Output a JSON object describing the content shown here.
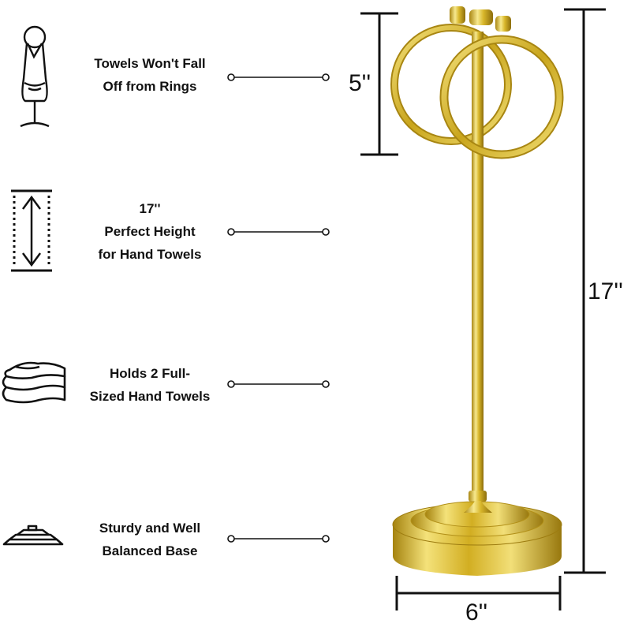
{
  "features": [
    {
      "text": "Towels Won't Fall\nOff from Rings",
      "icon": "towel-on-ring-icon"
    },
    {
      "text": "17''\nPerfect Height\nfor Hand Towels",
      "icon": "height-arrow-icon"
    },
    {
      "text": "Holds 2 Full-\nSized Hand Towels",
      "icon": "folded-towels-icon"
    },
    {
      "text": "Sturdy and Well\nBalanced Base",
      "icon": "base-icon"
    }
  ],
  "dimensions": {
    "ring": "5''",
    "height": "17''",
    "base": "6''"
  },
  "colors": {
    "gold": "#d8b62a",
    "gold_dark": "#9a7a12",
    "gold_light": "#f6e78a",
    "line": "#111111"
  }
}
